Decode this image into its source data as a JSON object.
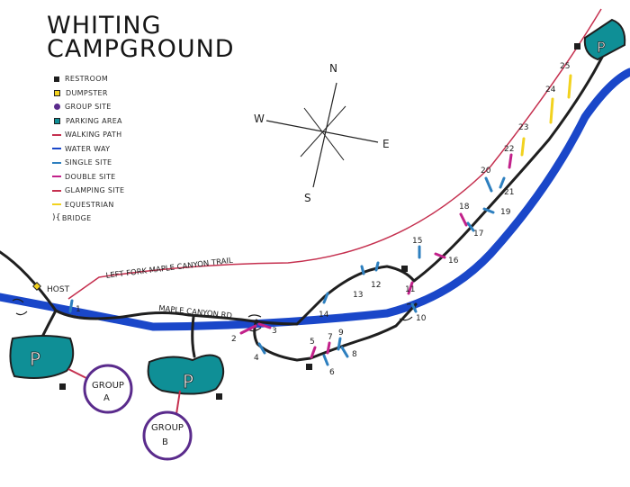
{
  "title": {
    "line1": "WHITING",
    "line2": "CAMPGROUND"
  },
  "legend": {
    "restroom": "RESTROOM",
    "dumpster": "DUMPSTER",
    "group_site": "GROUP SITE",
    "parking_area": "PARKING AREA",
    "walking_path": "WALKING PATH",
    "water_way": "WATER WAY",
    "single_site": "SINGLE SITE",
    "double_site": "DOUBLE SITE",
    "glamping_site": "GLAMPING SITE",
    "equestrian": "EQUESTRIAN",
    "bridge_glyph": "){",
    "bridge": "BRIDGE"
  },
  "compass": {
    "n": "N",
    "s": "S",
    "e": "E",
    "w": "W"
  },
  "labels": {
    "trail": "LEFT FORK MAPLE CANYON TRAIL",
    "road": "MAPLE CANYON RD",
    "host": "HOST",
    "parking": "P",
    "group_a_line1": "GROUP",
    "group_a_line2": "A",
    "group_b_line1": "GROUP",
    "group_b_line2": "B"
  },
  "sites": {
    "s1": "1",
    "s2": "2",
    "s3": "3",
    "s4": "4",
    "s5": "5",
    "s6": "6",
    "s7": "7",
    "s8": "8",
    "s9": "9",
    "s10": "10",
    "s11": "11",
    "s12": "12",
    "s13": "13",
    "s14": "14",
    "s15": "15",
    "s16": "16",
    "s17": "17",
    "s18": "18",
    "s19": "19",
    "s20": "20",
    "s21": "21",
    "s22": "22",
    "s23": "23",
    "s24": "24",
    "s25": "25"
  },
  "colors": {
    "road": "#1f1f1f",
    "waterway": "#1a47c9",
    "trail": "#c5304f",
    "parking_fill": "#0f8f96",
    "group_outline": "#5a2b8c",
    "single_site": "#2d7fbf",
    "double_site": "#c2218a",
    "equestrian": "#f2d21f",
    "restroom": "#1e1e1e",
    "dumpster": "#e0c020"
  }
}
